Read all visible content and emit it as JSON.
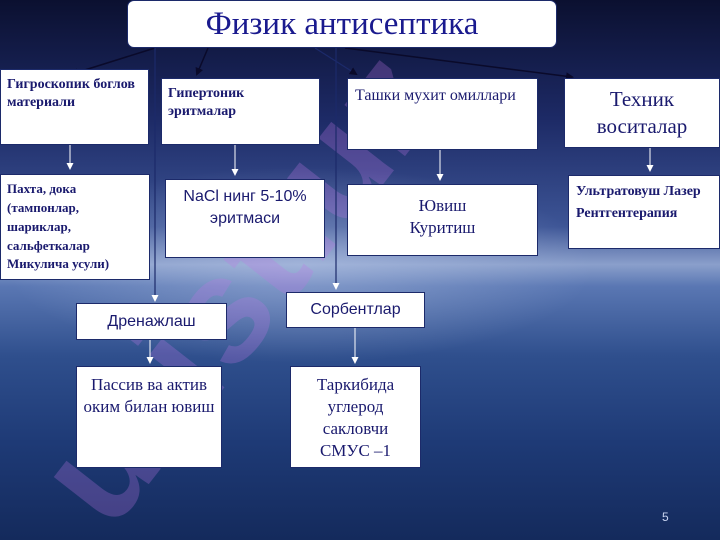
{
  "title": "Физик  антисептика",
  "watermark": "urist.uz",
  "categories": {
    "hygroscopic": "Гигроскопик боглов материали",
    "hypertonic": "Гипертоник эритмалар",
    "washing": "Ташки мухит омиллари",
    "technical": "Техник воситалар"
  },
  "details": {
    "hygroscopic": "Пахта, дока (тампонлар, шариклар, сальфеткалар Микулича усули)",
    "hypertonic": "NaCl нинг 5-10% эритмаси",
    "washing": "Ювиш Куритиш",
    "technical": "Ультратовуш Лазер Рентгентерапия"
  },
  "drainage": {
    "label": "Дренажлаш",
    "detail": "Пассив ва актив оким билан ювиш"
  },
  "sorbents": {
    "label": "Сорбентлар",
    "detail": "Таркибида углерод сакловчи СМУС –1"
  },
  "page_number": "5",
  "colors": {
    "box_text": "#1a1a6e",
    "box_border": "#1c2a6a",
    "connector": "#0a0a2a",
    "watermark": "#be78e6"
  }
}
